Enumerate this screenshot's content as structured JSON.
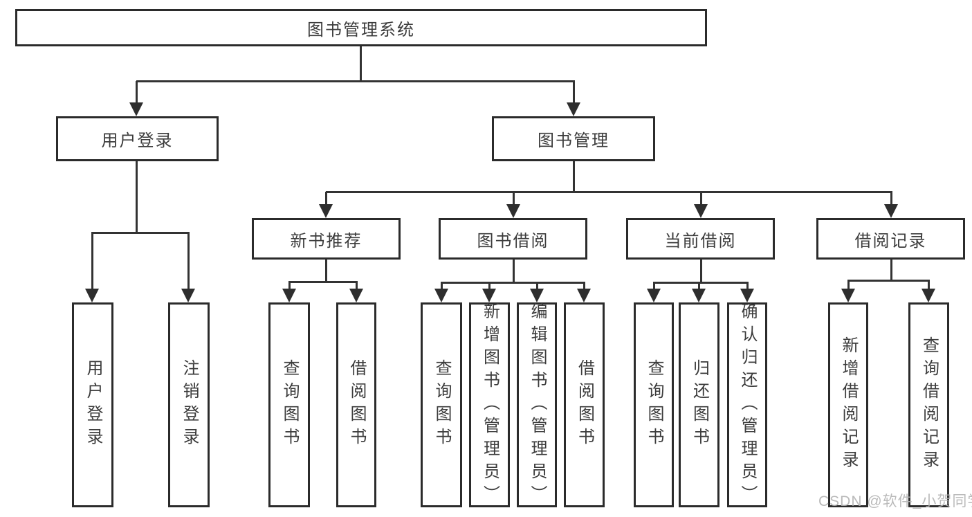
{
  "page": {
    "background": "#ffffff"
  },
  "colors": {
    "box_border": "#2b2b2b",
    "connector_line": "#333333",
    "node_text": "#3c3c3c",
    "watermark_text": "#b3b3b3"
  },
  "tree": {
    "root": {
      "label": "图书管理系统"
    },
    "branches": [
      {
        "label": "用户登录",
        "children": [
          {
            "label": "用户登录"
          },
          {
            "label": "注销登录"
          }
        ]
      },
      {
        "label": "图书管理",
        "children": [
          {
            "label": "新书推荐",
            "children": [
              {
                "label": "查询图书"
              },
              {
                "label": "借阅图书"
              }
            ]
          },
          {
            "label": "图书借阅",
            "children": [
              {
                "label": "查询图书"
              },
              {
                "label": "新增图书（管理员）"
              },
              {
                "label": "编辑图书（管理员）"
              },
              {
                "label": "借阅图书"
              }
            ]
          },
          {
            "label": "当前借阅",
            "children": [
              {
                "label": "查询图书"
              },
              {
                "label": "归还图书"
              },
              {
                "label": "确认归还（管理员）"
              }
            ]
          },
          {
            "label": "借阅记录",
            "children": [
              {
                "label": "新增借阅记录"
              },
              {
                "label": "查询借阅记录"
              }
            ]
          }
        ]
      }
    ]
  },
  "watermark": {
    "text": "CSDN @软件_小贺同学"
  }
}
